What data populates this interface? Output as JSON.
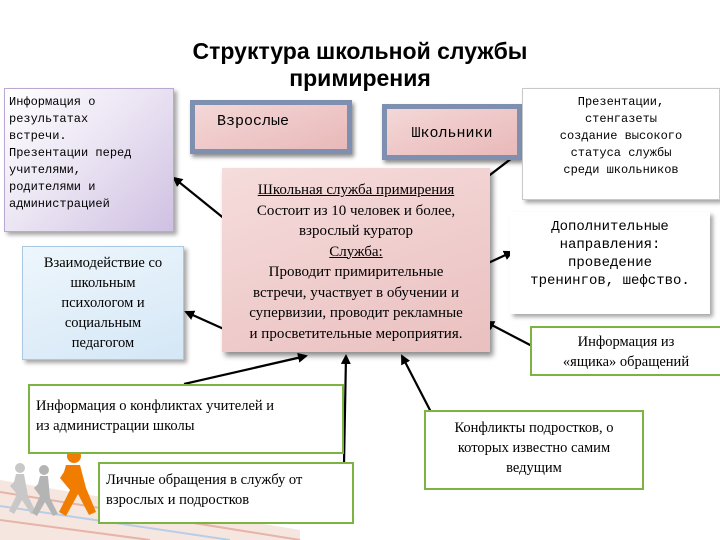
{
  "title": "Структура школьной службы\nпримирения",
  "boxes": {
    "info_results": "Информация о\nрезультатах\nвстречи.\nПрезентации перед\nучителями,\nродителями и\nадминистрацией",
    "interaction": "Взаимодействие со\nшкольным\nпсихологом и\nсоциальным\nпедагогом",
    "adults": "Взрослые",
    "students": "Школьники",
    "service": {
      "heading": "Школьная служба примирения",
      "composition": "Состоит из 10 человек и более,\nвзрослый куратор",
      "function_label": "Служба:",
      "function_text": "Проводит примирительные\nвстречи, участвует в обучении и\nсупервизии, проводит рекламные\nи просветительные мероприятия."
    },
    "presentations": "Презентации,\nстенгазеты\nсоздание высокого\nстатуса службы\nсреди школьников",
    "additional": "Дополнительные\nнаправления:\nпроведение\nтренингов, шефство.",
    "box_info": "Информация из\n«ящика» обращений",
    "conflicts_teachers": "Информация о конфликтах учителей и\nиз администрации школы",
    "personal_requests": "Личные обращения в службу от\nвзрослых и подростков",
    "conflicts_teens": "Конфликты подростков, о\nкоторых известно самим\nведущим"
  },
  "colors": {
    "green_border": "#7cb342",
    "pink_fill": "#eac0c0",
    "lavender_fill": "#cfc0e2",
    "light_blue_fill": "#d4e7f6",
    "slate_border": "#7f8fb0",
    "orange_figure": "#f07c00",
    "arrow": "#000000"
  }
}
